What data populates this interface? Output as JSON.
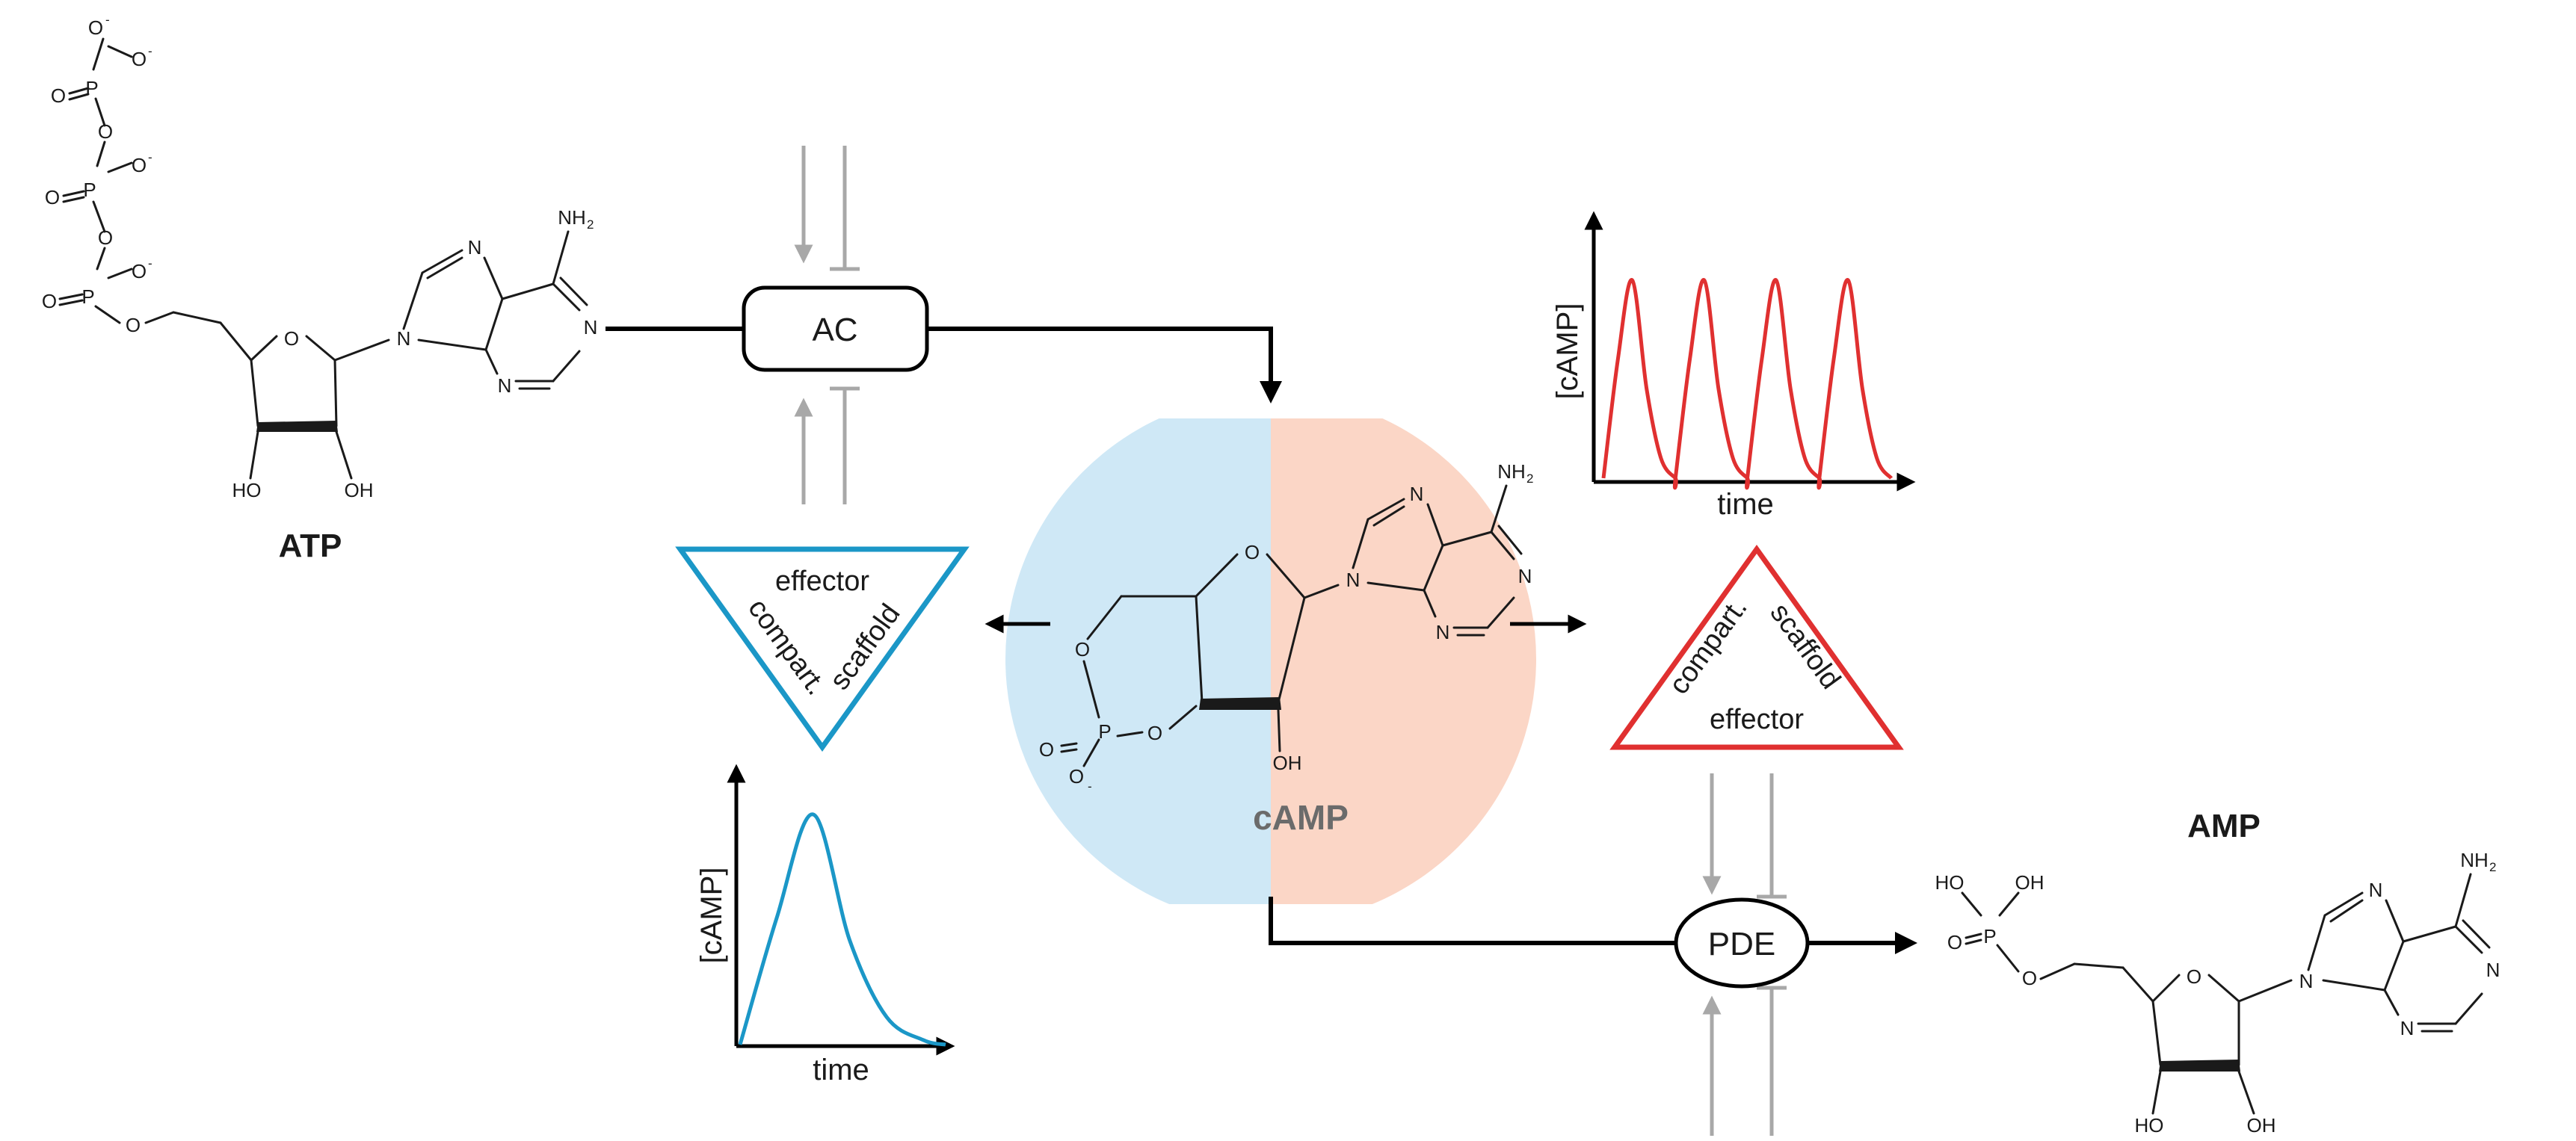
{
  "molecules": {
    "atp": {
      "name": "ATP"
    },
    "camp": {
      "name": "cAMP"
    },
    "amp": {
      "name": "AMP"
    }
  },
  "atoms": {
    "o": "O",
    "p": "P",
    "n": "N",
    "nh2": "NH",
    "nh2_sub": "2",
    "oh": "OH",
    "ho": "HO",
    "charge": "-"
  },
  "enzymes": {
    "ac": "AC",
    "pde": "PDE"
  },
  "triangles": {
    "left": {
      "top": "effector",
      "left": "compart.",
      "right": "scaffold"
    },
    "right": {
      "bottom": "effector",
      "left": "compart.",
      "right": "scaffold"
    }
  },
  "colors": {
    "blue_half": "#cfe8f6",
    "salmon_half": "#fbd6c6",
    "blue_line": "#1b97c7",
    "red_line": "#e03030",
    "inhibition_gray": "#a8a8a8"
  },
  "chart_data": [
    {
      "type": "line",
      "title": "",
      "xlabel": "time",
      "ylabel": "[cAMP]",
      "series": [
        {
          "values": [
            0,
            0.6,
            1.0,
            0.45,
            0.1,
            0.0
          ]
        }
      ],
      "color": "#e03030",
      "pattern": "oscillating",
      "peaks": 4
    },
    {
      "type": "line",
      "title": "",
      "xlabel": "time",
      "ylabel": "[cAMP]",
      "series": [
        {
          "values": [
            0,
            0.55,
            1.0,
            0.45,
            0.12,
            0.02
          ]
        }
      ],
      "color": "#1b97c7",
      "pattern": "single transient"
    }
  ]
}
